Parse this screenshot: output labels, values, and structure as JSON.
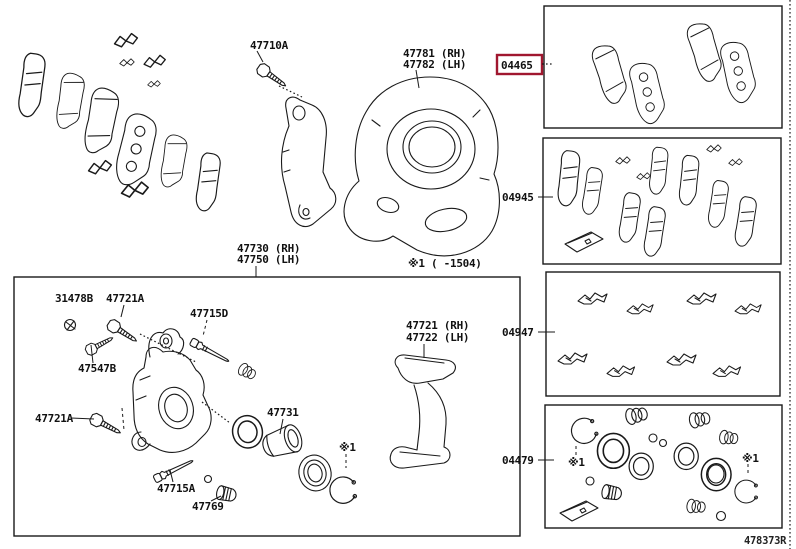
{
  "figure": {
    "drawing_code": "478373R",
    "production_note": "※1 (  -1504)",
    "asterisk_marker": "※1",
    "colors": {
      "line": "#1a1a1a",
      "background": "#ffffff",
      "highlight": "#a0172f"
    }
  },
  "main_view": {
    "labels": {
      "mounting_bolt": "47710A",
      "dust_cover_rh": "47781 (RH)",
      "dust_cover_lh": "47782 (LH)",
      "caliper_assy_rh": "47730 (RH)",
      "caliper_assy_lh": "47750 (LH)"
    }
  },
  "kit_panels": [
    {
      "part_no": "04465",
      "selected": true
    },
    {
      "part_no": "04945",
      "selected": false
    },
    {
      "part_no": "04947",
      "selected": false
    },
    {
      "part_no": "04479",
      "selected": false
    }
  ],
  "caliper_detail": {
    "labels": {
      "bleeder_plug_cap": "31478B",
      "slide_bolt_upper": "47721A",
      "slide_pin_upper": "47715D",
      "bleeder_plug": "47547B",
      "slide_bolt_lower": "47721A",
      "piston": "47731",
      "slide_pin_lower": "47715A",
      "bushing": "47769",
      "mounting_bracket_rh": "47721 (RH)",
      "mounting_bracket_lh": "47722 (LH)"
    }
  }
}
